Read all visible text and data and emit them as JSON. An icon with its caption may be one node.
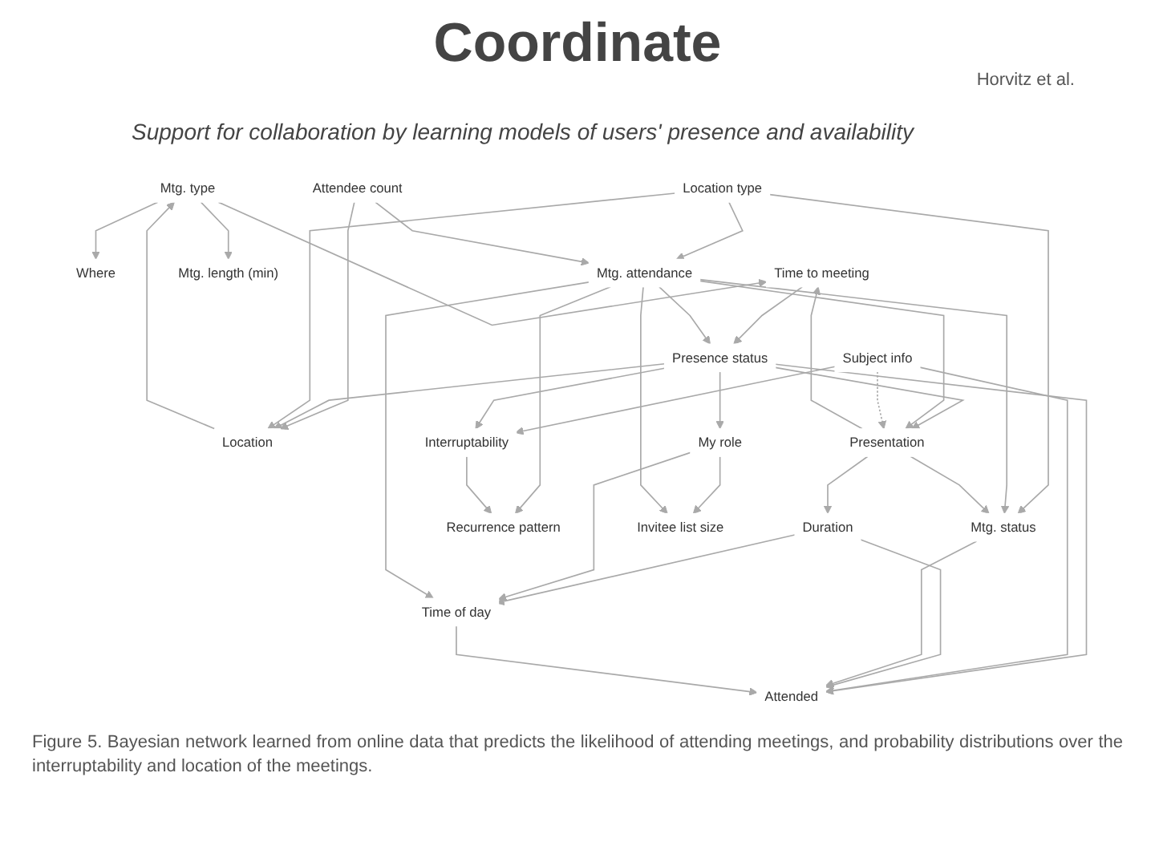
{
  "diagram": {
    "title": "Coordinate",
    "caption": "Figure 5. Bayesian network learned from online data that predicts the likelihood of attending meetings, and probability distributions over the interruptability and location of the meetings.",
    "labels": [
      "Horvitz et al.",
      "Support for collaboration by learning models of users' presence and availability"
    ],
    "nodes": [
      {
        "text": [
          "Mtg. type"
        ]
      },
      {
        "text": [
          "Location"
        ]
      },
      {
        "text": [
          "Attendee count"
        ]
      },
      {
        "text": [
          "Where"
        ]
      },
      {
        "text": [
          "Time to meeting"
        ]
      },
      {
        "text": [
          "Location type"
        ]
      },
      {
        "text": [
          "Presence status"
        ]
      },
      {
        "text": [
          "Mtg. length (min)"
        ]
      },
      {
        "text": [
          "Mtg. attendance"
        ]
      },
      {
        "text": [
          "Presentation"
        ]
      },
      {
        "text": [
          "My role"
        ]
      },
      {
        "text": [
          "Interruptability"
        ]
      },
      {
        "text": [
          "Mtg. status"
        ]
      },
      {
        "text": [
          "Recurrence pattern"
        ]
      },
      {
        "text": [
          "Subject info"
        ]
      },
      {
        "text": [
          "Duration"
        ]
      },
      {
        "text": [
          "Time of day"
        ]
      },
      {
        "text": [
          "Invitee list size"
        ]
      },
      {
        "text": [
          "Attended"
        ]
      }
    ],
    "edges": [
      {
        "from": 1,
        "to": 0,
        "arrow": "to"
      },
      {
        "from": 2,
        "to": 1,
        "arrow": "to"
      },
      {
        "from": 0,
        "to": 3,
        "arrow": "to"
      },
      {
        "from": 0,
        "to": 7,
        "arrow": "to"
      },
      {
        "from": 0,
        "to": 4,
        "arrow": "to"
      },
      {
        "from": 4,
        "to": 6,
        "arrow": "to"
      },
      {
        "from": 9,
        "to": 4,
        "arrow": "to"
      },
      {
        "from": 6,
        "to": 1,
        "arrow": "to"
      },
      {
        "from": 5,
        "to": 1,
        "arrow": "to"
      },
      {
        "from": 6,
        "to": 9,
        "arrow": "to"
      },
      {
        "from": 5,
        "to": 8,
        "arrow": "to"
      },
      {
        "from": 2,
        "to": 8,
        "arrow": "to"
      },
      {
        "from": 5,
        "to": 12,
        "arrow": "to"
      },
      {
        "from": 8,
        "to": 6,
        "arrow": "to"
      },
      {
        "from": 8,
        "to": 9,
        "arrow": "to"
      },
      {
        "from": 8,
        "to": 12,
        "arrow": "to"
      },
      {
        "from": 8,
        "to": 13,
        "arrow": "to"
      },
      {
        "from": 6,
        "to": 10,
        "arrow": "to"
      },
      {
        "from": 6,
        "to": 11,
        "arrow": "to"
      },
      {
        "from": 6,
        "to": 18,
        "arrow": "to"
      },
      {
        "from": 14,
        "to": 9,
        "arrow": "to",
        "style": "dashed"
      },
      {
        "from": 14,
        "to": 11,
        "arrow": "to"
      },
      {
        "from": 9,
        "to": 12,
        "arrow": "to"
      },
      {
        "from": 9,
        "to": 15,
        "arrow": "to"
      },
      {
        "from": 10,
        "to": 17,
        "arrow": "to"
      },
      {
        "from": 8,
        "to": 17,
        "arrow": "to"
      },
      {
        "from": 14,
        "to": 18,
        "arrow": "to"
      },
      {
        "from": 11,
        "to": 13,
        "arrow": "to"
      },
      {
        "from": 10,
        "to": 16,
        "arrow": "to"
      },
      {
        "from": 8,
        "to": 16,
        "arrow": "to"
      },
      {
        "from": 15,
        "to": 16,
        "arrow": "to"
      },
      {
        "from": 15,
        "to": 18,
        "arrow": "to"
      },
      {
        "from": 12,
        "to": 18,
        "arrow": "to"
      },
      {
        "from": 16,
        "to": 18,
        "arrow": "to"
      }
    ]
  }
}
